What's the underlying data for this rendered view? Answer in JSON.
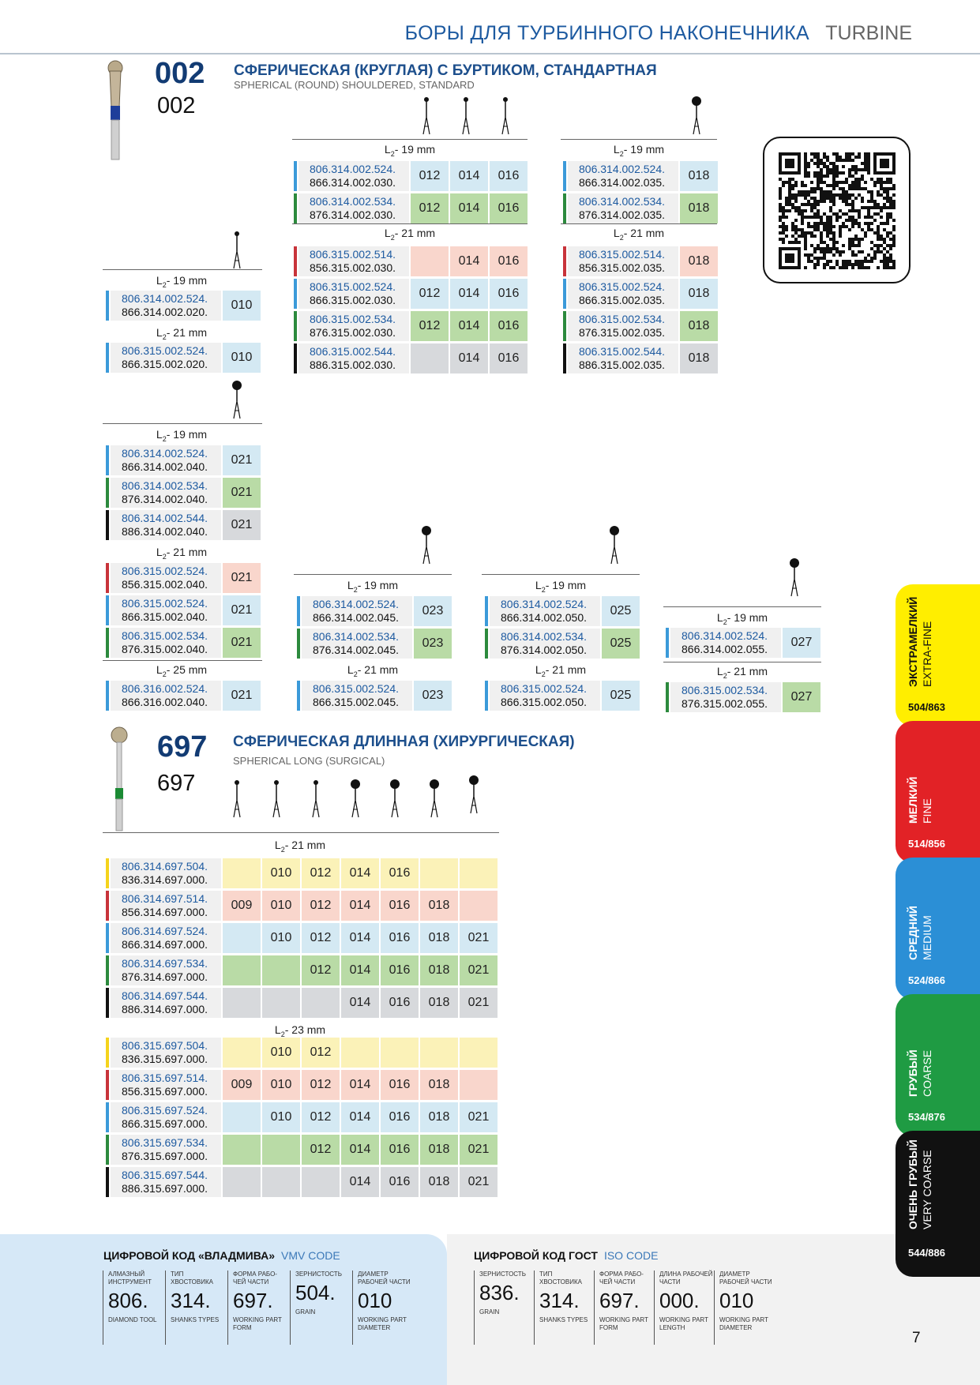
{
  "header": {
    "title_ru": "БОРЫ ДЛЯ ТУРБИННОГО НАКОНЕЧНИКА",
    "title_en": "TURBINE"
  },
  "section002": {
    "num_big": "002",
    "num_small": "002",
    "title_ru": "СФЕРИЧЕСКАЯ (КРУГЛАЯ) С БУРТИКОМ, СТАНДАРТНАЯ",
    "title_en": "SPHERICAL (ROUND) SHOULDERED, STANDARD"
  },
  "section697": {
    "num_big": "697",
    "num_small": "697",
    "title_ru": "СФЕРИЧЕСКАЯ ДЛИННАЯ (ХИРУРГИЧЕСКАЯ)",
    "title_en": "SPHERICAL LONG (SURGICAL)"
  },
  "len": {
    "l19": "- 19 mm",
    "l21": "- 21 mm",
    "l23": "- 23 mm",
    "l25": "- 25 mm",
    "sym": "L",
    "sub": "2"
  },
  "colors": {
    "yellow": "#f5d31c",
    "red": "#c8333a",
    "blue": "#3b9ad9",
    "green": "#2c8a3d",
    "black": "#111111",
    "cell_yellow": "#fbf2b8",
    "cell_red": "#f9d6cc",
    "cell_blue": "#d4e9f3",
    "cell_green": "#b9dba6",
    "cell_gray": "#d7d9dc"
  },
  "blocks": [
    {
      "id": "a",
      "rows": [
        {
          "c1": "806.314.002.524.",
          "c2": "866.314.002.020.",
          "v": [
            "010"
          ]
        },
        {
          "c1": "806.315.002.524.",
          "c2": "866.315.002.020.",
          "v": [
            "010"
          ]
        }
      ]
    },
    {
      "id": "b",
      "rows": [
        {
          "c1": "806.314.002.524.",
          "c2": "866.314.002.030.",
          "v": [
            "012",
            "014",
            "016"
          ]
        },
        {
          "c1": "806.314.002.534.",
          "c2": "876.314.002.030.",
          "v": [
            "012",
            "014",
            "016"
          ]
        },
        {
          "c1": "806.315.002.514.",
          "c2": "856.315.002.030.",
          "v": [
            "",
            "014",
            "016"
          ]
        },
        {
          "c1": "806.315.002.524.",
          "c2": "866.315.002.030.",
          "v": [
            "012",
            "014",
            "016"
          ]
        },
        {
          "c1": "806.315.002.534.",
          "c2": "876.315.002.030.",
          "v": [
            "012",
            "014",
            "016"
          ]
        },
        {
          "c1": "806.315.002.544.",
          "c2": "886.315.002.030.",
          "v": [
            "",
            "014",
            "016"
          ]
        }
      ]
    },
    {
      "id": "c",
      "rows": [
        {
          "c1": "806.314.002.524.",
          "c2": "866.314.002.035.",
          "v": [
            "018"
          ]
        },
        {
          "c1": "806.314.002.534.",
          "c2": "876.314.002.035.",
          "v": [
            "018"
          ]
        },
        {
          "c1": "806.315.002.514.",
          "c2": "856.315.002.035.",
          "v": [
            "018"
          ]
        },
        {
          "c1": "806.315.002.524.",
          "c2": "866.315.002.035.",
          "v": [
            "018"
          ]
        },
        {
          "c1": "806.315.002.534.",
          "c2": "876.315.002.035.",
          "v": [
            "018"
          ]
        },
        {
          "c1": "806.315.002.544.",
          "c2": "886.315.002.035.",
          "v": [
            "018"
          ]
        }
      ]
    },
    {
      "id": "d",
      "rows": [
        {
          "c1": "806.314.002.524.",
          "c2": "866.314.002.040.",
          "v": [
            "021"
          ]
        },
        {
          "c1": "806.314.002.534.",
          "c2": "876.314.002.040.",
          "v": [
            "021"
          ]
        },
        {
          "c1": "806.314.002.544.",
          "c2": "886.314.002.040.",
          "v": [
            "021"
          ]
        },
        {
          "c1": "806.315.002.524.",
          "c2": "856.315.002.040.",
          "v": [
            "021"
          ]
        },
        {
          "c1": "806.315.002.524.",
          "c2": "866.315.002.040.",
          "v": [
            "021"
          ]
        },
        {
          "c1": "806.315.002.534.",
          "c2": "876.315.002.040.",
          "v": [
            "021"
          ]
        },
        {
          "c1": "806.316.002.524.",
          "c2": "866.316.002.040.",
          "v": [
            "021"
          ]
        }
      ]
    },
    {
      "id": "e",
      "rows": [
        {
          "c1": "806.314.002.524.",
          "c2": "866.314.002.045.",
          "v": [
            "023"
          ]
        },
        {
          "c1": "806.314.002.534.",
          "c2": "876.314.002.045.",
          "v": [
            "023"
          ]
        },
        {
          "c1": "806.315.002.524.",
          "c2": "866.315.002.045.",
          "v": [
            "023"
          ]
        }
      ]
    },
    {
      "id": "f",
      "rows": [
        {
          "c1": "806.314.002.524.",
          "c2": "866.314.002.050.",
          "v": [
            "025"
          ]
        },
        {
          "c1": "806.314.002.534.",
          "c2": "876.314.002.050.",
          "v": [
            "025"
          ]
        },
        {
          "c1": "806.315.002.524.",
          "c2": "866.315.002.050.",
          "v": [
            "025"
          ]
        }
      ]
    },
    {
      "id": "g",
      "rows": [
        {
          "c1": "806.314.002.524.",
          "c2": "866.314.002.055.",
          "v": [
            "027"
          ]
        },
        {
          "c1": "806.315.002.534.",
          "c2": "876.315.002.055.",
          "v": [
            "027"
          ]
        }
      ]
    },
    {
      "id": "h",
      "rows": [
        {
          "c1": "806.314.697.504.",
          "c2": "836.314.697.000.",
          "v": [
            "",
            "010",
            "012",
            "014",
            "016",
            "",
            ""
          ]
        },
        {
          "c1": "806.314.697.514.",
          "c2": "856.314.697.000.",
          "v": [
            "009",
            "010",
            "012",
            "014",
            "016",
            "018",
            ""
          ]
        },
        {
          "c1": "806.314.697.524.",
          "c2": "866.314.697.000.",
          "v": [
            "",
            "010",
            "012",
            "014",
            "016",
            "018",
            "021"
          ]
        },
        {
          "c1": "806.314.697.534.",
          "c2": "876.314.697.000.",
          "v": [
            "",
            "",
            "012",
            "014",
            "016",
            "018",
            "021"
          ]
        },
        {
          "c1": "806.314.697.544.",
          "c2": "886.314.697.000.",
          "v": [
            "",
            "",
            "",
            "014",
            "016",
            "018",
            "021"
          ]
        },
        {
          "c1": "806.315.697.504.",
          "c2": "836.315.697.000.",
          "v": [
            "",
            "010",
            "012",
            "",
            "",
            "",
            ""
          ]
        },
        {
          "c1": "806.315.697.514.",
          "c2": "856.315.697.000.",
          "v": [
            "009",
            "010",
            "012",
            "014",
            "016",
            "018",
            ""
          ]
        },
        {
          "c1": "806.315.697.524.",
          "c2": "866.315.697.000.",
          "v": [
            "",
            "010",
            "012",
            "014",
            "016",
            "018",
            "021"
          ]
        },
        {
          "c1": "806.315.697.534.",
          "c2": "876.315.697.000.",
          "v": [
            "",
            "",
            "012",
            "014",
            "016",
            "018",
            "021"
          ]
        },
        {
          "c1": "806.315.697.544.",
          "c2": "886.315.697.000.",
          "v": [
            "",
            "",
            "",
            "014",
            "016",
            "018",
            "021"
          ]
        }
      ]
    }
  ],
  "sidebar": [
    {
      "ru": "ЭКСТРАМЕЛКИЙ",
      "en": "EXTRA-FINE",
      "code": "504/863"
    },
    {
      "ru": "МЕЛКИЙ",
      "en": "FINE",
      "code": "514/856"
    },
    {
      "ru": "СРЕДНИЙ",
      "en": "MEDIUM",
      "code": "524/866"
    },
    {
      "ru": "ГРУБЫЙ",
      "en": "COARSE",
      "code": "534/876"
    },
    {
      "ru": "ОЧЕНЬ ГРУБЫЙ",
      "en": "VERY COARSE",
      "code": "544/886"
    }
  ],
  "footer": {
    "vmv_title": "ЦИФРОВОЙ КОД «ВЛАДМИВА»",
    "vmv_en": "VMV CODE",
    "vmv": [
      {
        "top": "АЛМАЗНЫЙ ИНСТРУМЕНТ",
        "val": "806.",
        "bot": "DIAMOND TOOL"
      },
      {
        "top": "ТИП ХВОСТОВИКА",
        "val": "314.",
        "bot": "SHANKS TYPES"
      },
      {
        "top": "ФОРМА РАБО-ЧЕЙ ЧАСТИ",
        "val": "697.",
        "bot": "WORKING PART FORM"
      },
      {
        "top": "ЗЕРНИСТОСТЬ",
        "val": "504.",
        "bot": "GRAIN"
      },
      {
        "top": "ДИАМЕТР РАБОЧЕЙ ЧАСТИ",
        "val": "010",
        "bot": "WORKING PART DIAMETER"
      }
    ],
    "iso_title": "ЦИФРОВОЙ КОД ГОСТ",
    "iso_en": "ISO CODE",
    "iso": [
      {
        "top": "ЗЕРНИСТОСТЬ",
        "val": "836.",
        "bot": "GRAIN"
      },
      {
        "top": "ТИП ХВОСТОВИКА",
        "val": "314.",
        "bot": "SHANKS TYPES"
      },
      {
        "top": "ФОРМА РАБО-ЧЕЙ ЧАСТИ",
        "val": "697.",
        "bot": "WORKING PART FORM"
      },
      {
        "top": "ДЛИНА РАБОЧЕЙ ЧАСТИ",
        "val": "000.",
        "bot": "WORKING PART LENGTH"
      },
      {
        "top": "ДИАМЕТР РАБОЧЕЙ ЧАСТИ",
        "val": "010",
        "bot": "WORKING PART DIAMETER"
      }
    ]
  },
  "page_number": "7"
}
